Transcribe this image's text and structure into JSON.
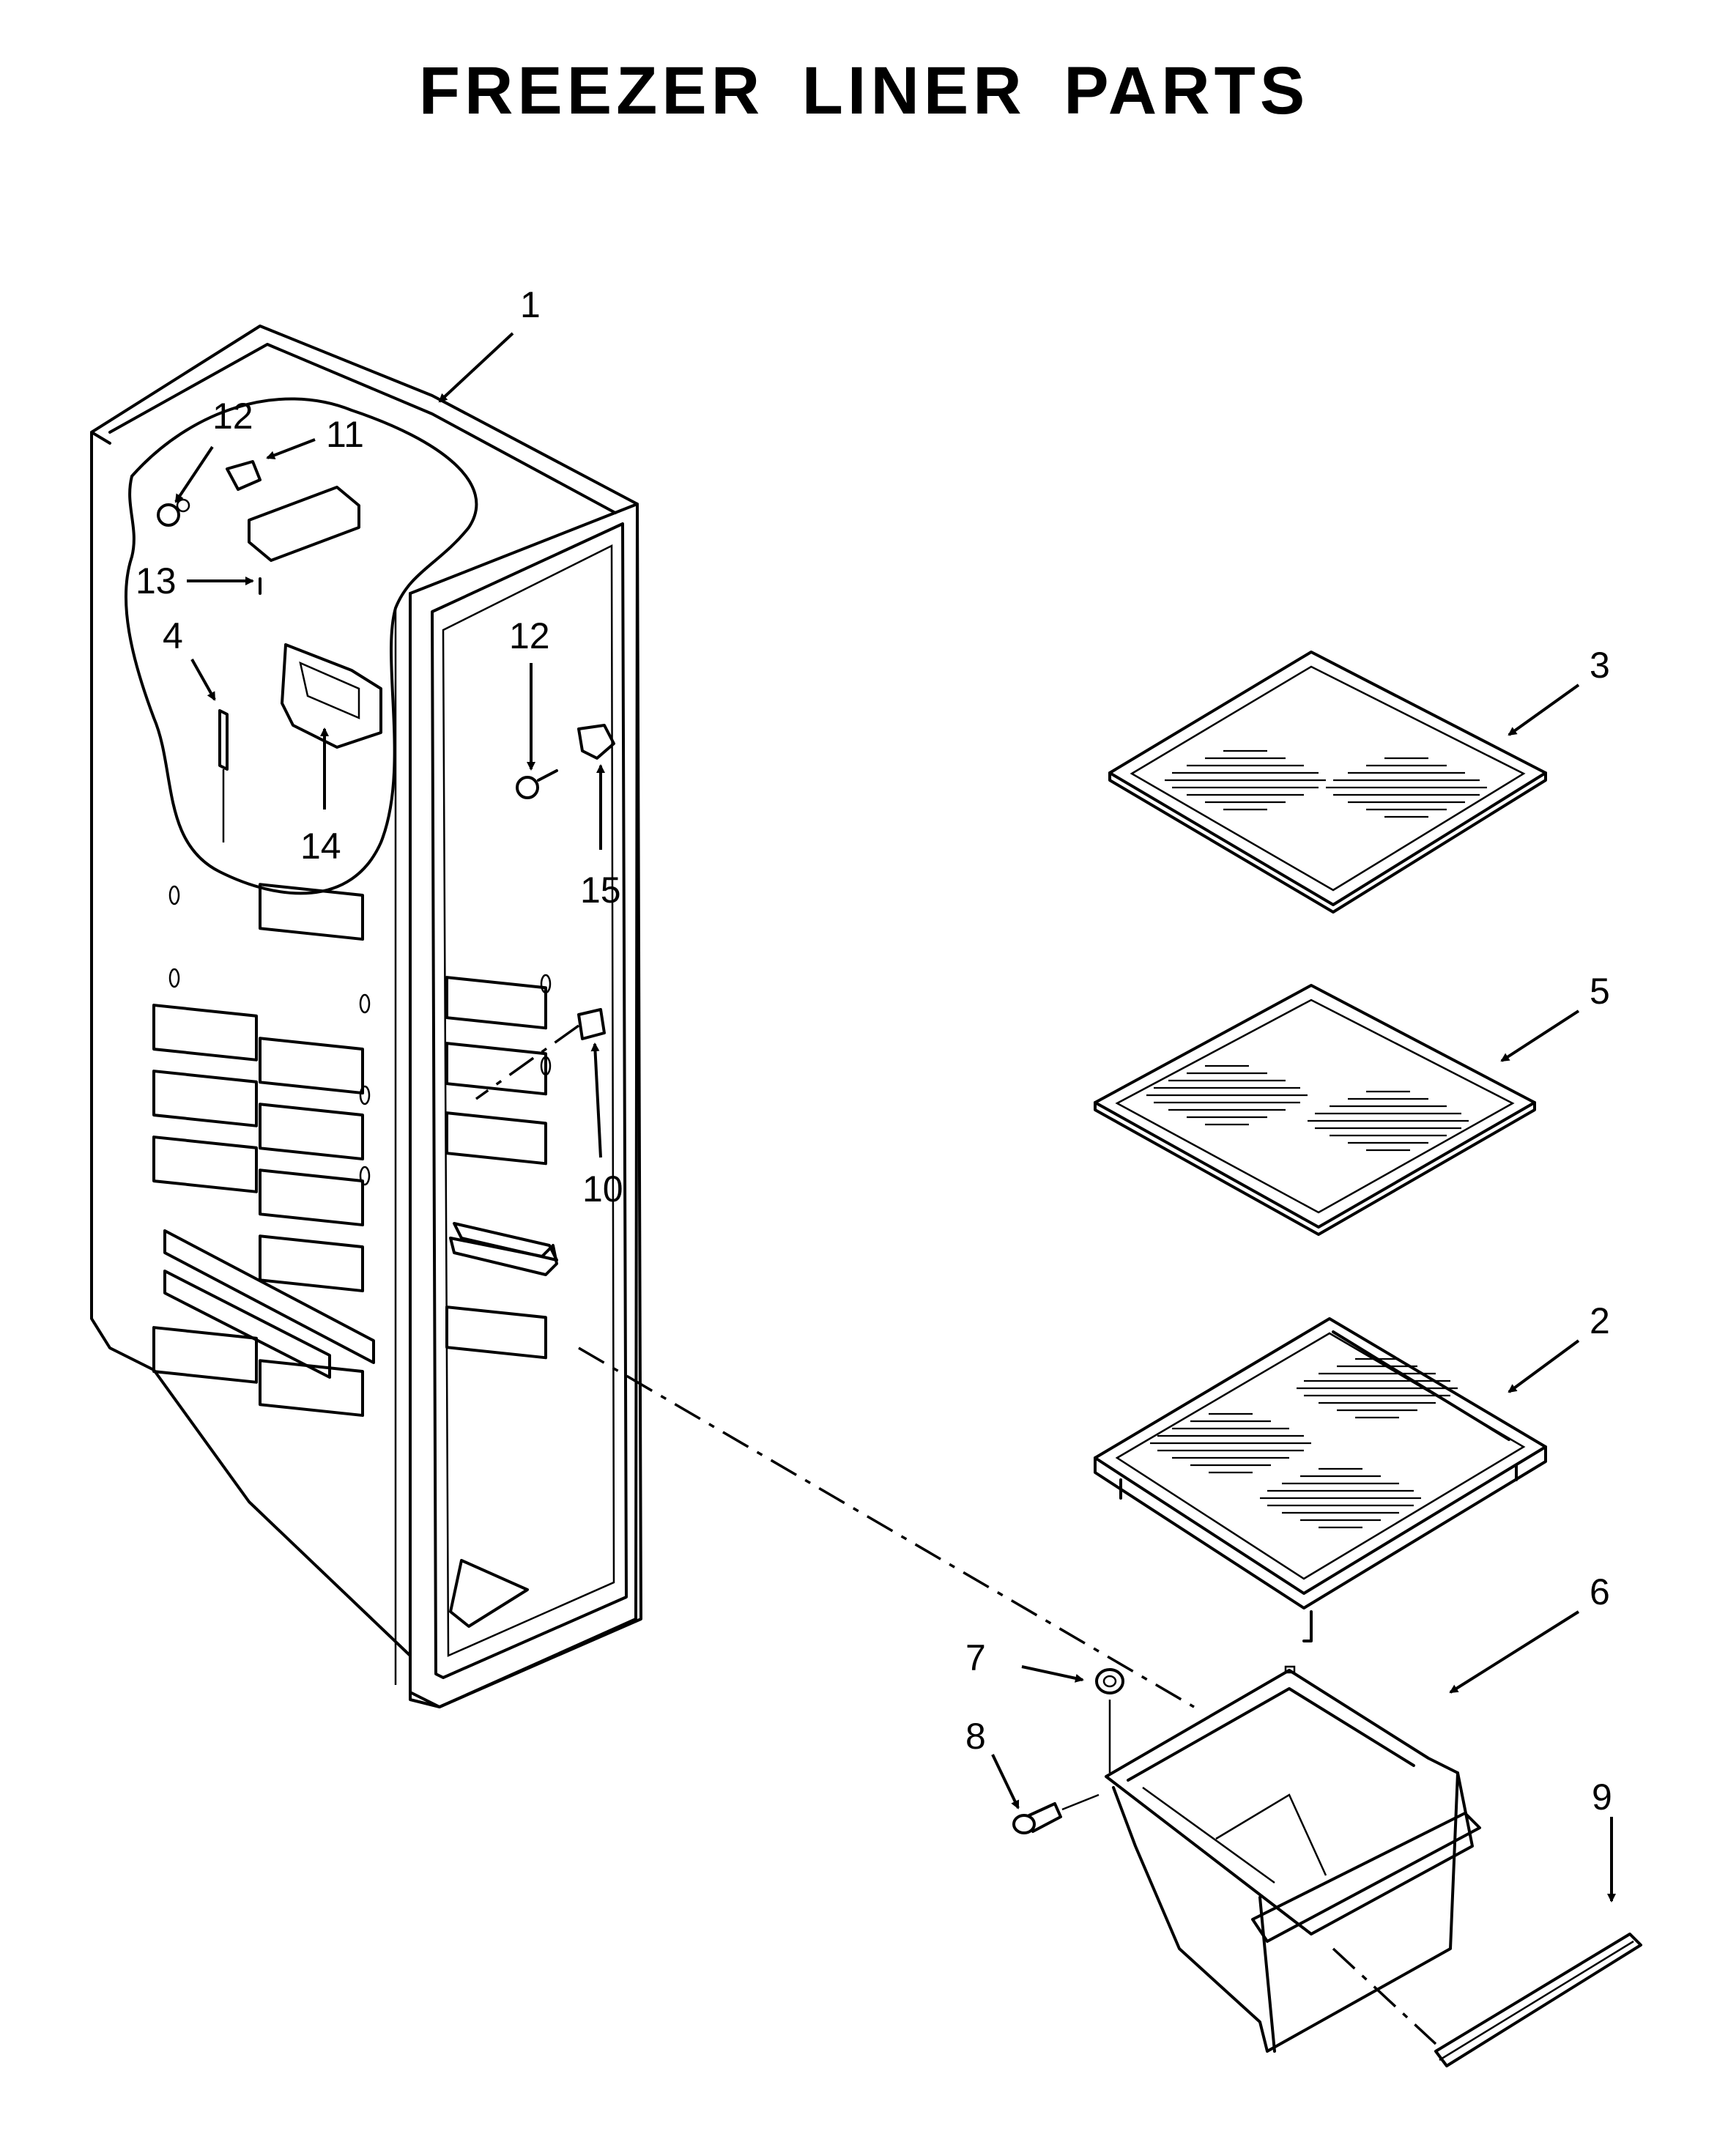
{
  "title": "FREEZER LINER PARTS",
  "callouts": [
    "1",
    "2",
    "3",
    "4",
    "5",
    "6",
    "7",
    "8",
    "9",
    "10",
    "11",
    "12",
    "12",
    "13",
    "14",
    "15"
  ]
}
